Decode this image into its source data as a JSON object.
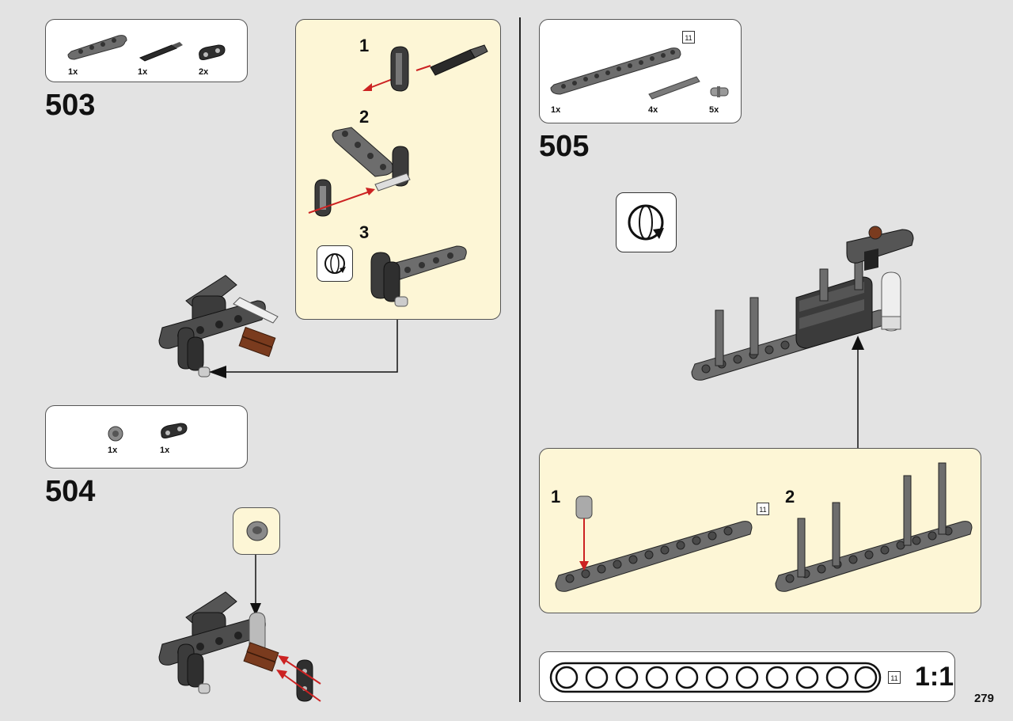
{
  "page_number": "279",
  "steps": [
    {
      "number": "503",
      "parts": [
        {
          "icon": "beam-5-part-icon",
          "qty": "1x"
        },
        {
          "icon": "axle-pin-part-icon",
          "qty": "1x"
        },
        {
          "icon": "beam-2-part-icon",
          "qty": "2x"
        }
      ],
      "substeps": [
        "1",
        "2",
        "3"
      ]
    },
    {
      "number": "504",
      "parts": [
        {
          "icon": "bush-part-icon",
          "qty": "1x"
        },
        {
          "icon": "beam-2-part-icon",
          "qty": "1x"
        }
      ]
    },
    {
      "number": "505",
      "parts": [
        {
          "icon": "beam-11-part-icon",
          "qty": "1x"
        },
        {
          "icon": "axle-part-icon",
          "qty": "4x"
        },
        {
          "icon": "pin-part-icon",
          "qty": "5x"
        }
      ],
      "beam_length": "11",
      "substeps": [
        "1",
        "2"
      ]
    }
  ],
  "scale": {
    "label": "1:1",
    "length": "11"
  },
  "icons": {
    "rotate": "rotate-model-icon"
  },
  "colors": {
    "callout_bg": "#fdf6d6",
    "arrow_red": "#cc2222",
    "part_gray": "#6d6d6d",
    "part_dark": "#3b3b3b"
  }
}
